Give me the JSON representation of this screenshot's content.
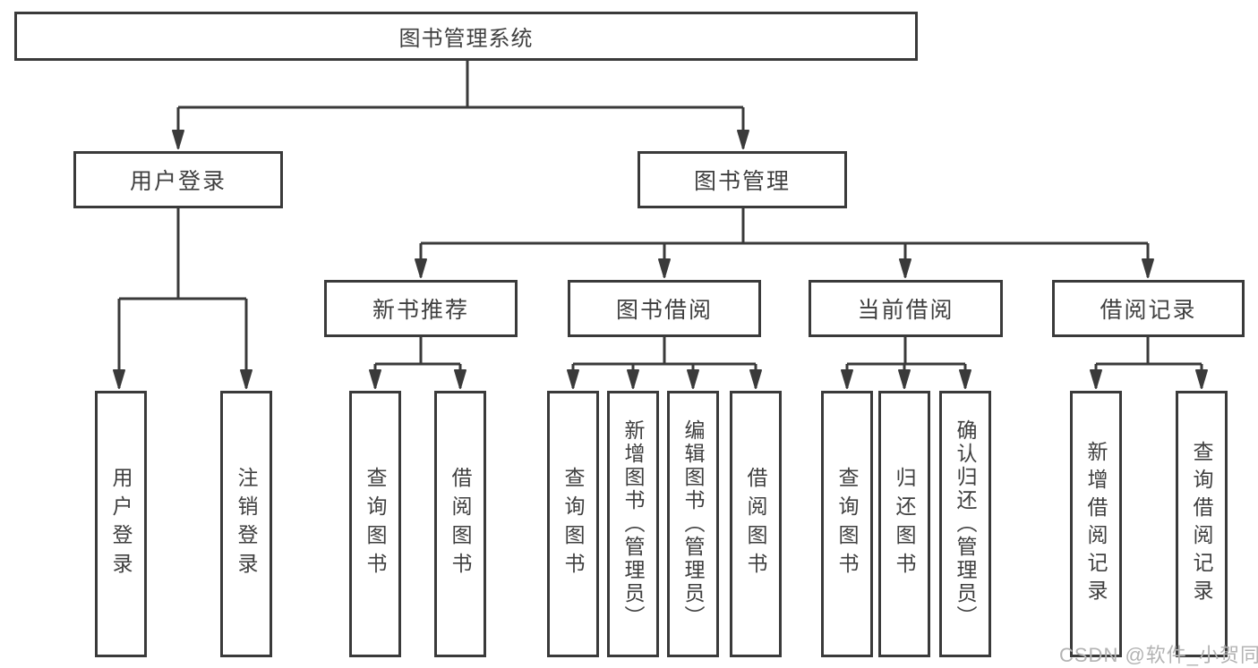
{
  "nodes": {
    "root": "图书管理系统",
    "level2": {
      "user_login": "用户登录",
      "book_mgmt": "图书管理"
    },
    "level3": {
      "new_book": "新书推荐",
      "book_borrow": "图书借阅",
      "current_borrow": "当前借阅",
      "borrow_records": "借阅记录"
    },
    "leaves": {
      "user_login": [
        "用户登录",
        "注销登录"
      ],
      "new_book": [
        "查询图书",
        "借阅图书"
      ],
      "book_borrow": [
        "查询图书",
        "新增图书（管理员）",
        "编辑图书（管理员）",
        "借阅图书"
      ],
      "current_borrow": [
        "查询图书",
        "归还图书",
        "确认归还（管理员）"
      ],
      "borrow_records": [
        "新增借阅记录",
        "查询借阅记录"
      ]
    }
  },
  "watermark": "CSDN @软件_小贺同学",
  "colors": {
    "line": "#3a3a3a",
    "text": "#3f3f3f",
    "watermark": "#b3b3b3",
    "background": "#ffffff"
  }
}
